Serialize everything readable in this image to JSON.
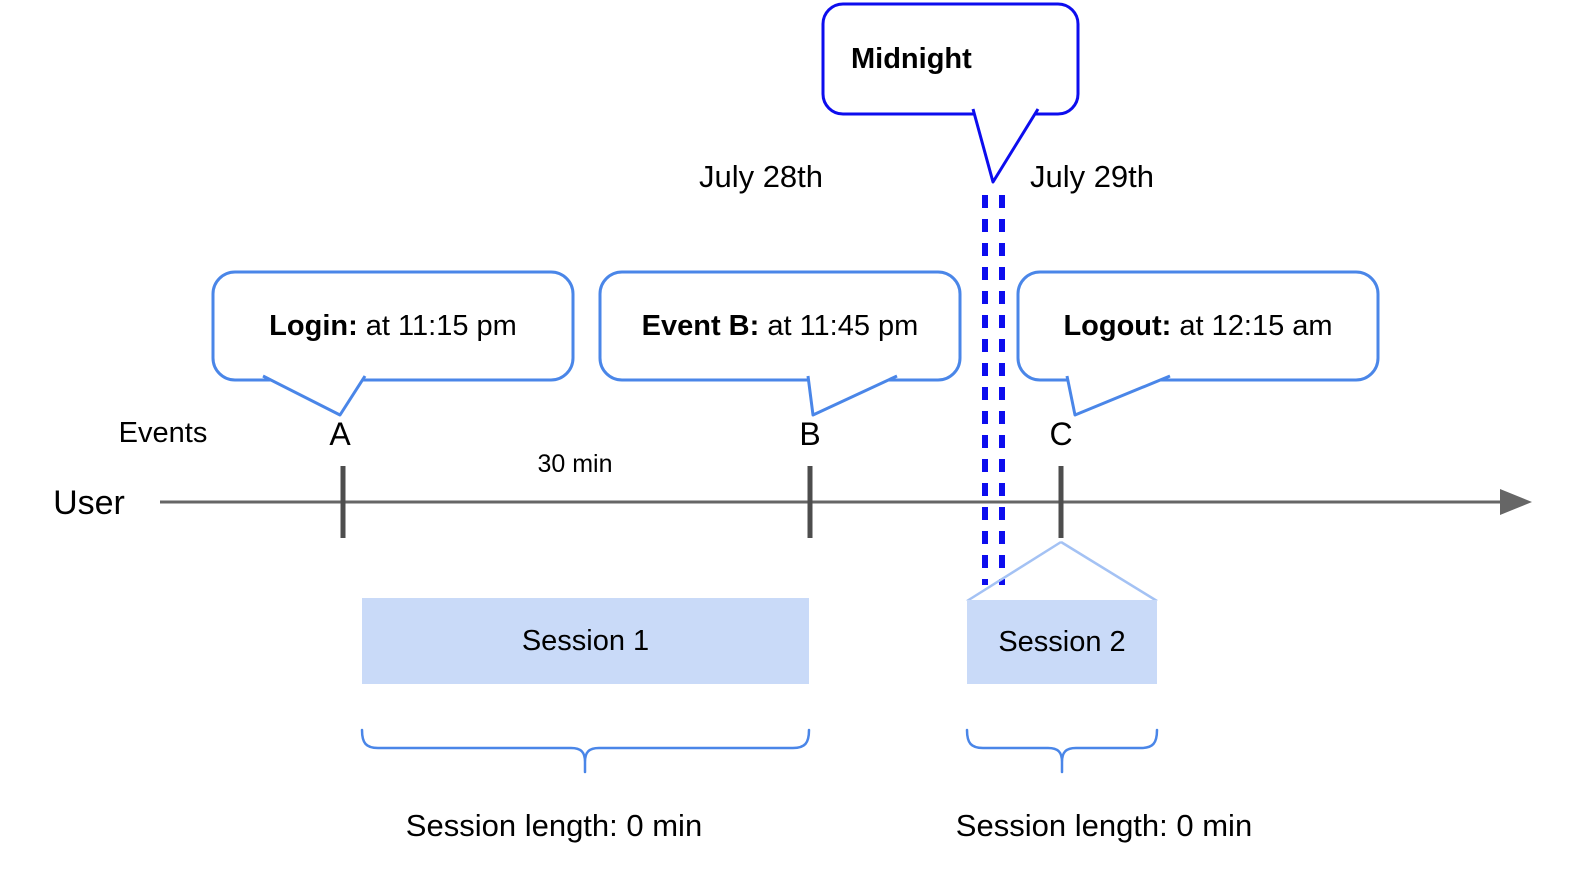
{
  "dates": {
    "left": "July 28th",
    "right": "July 29th"
  },
  "bubbles": {
    "midnight": {
      "label": "Midnight"
    },
    "login": {
      "bold": "Login:",
      "text": " at 11:15 pm"
    },
    "event_b": {
      "bold": "Event B:",
      "text": " at 11:45 pm"
    },
    "logout": {
      "bold": "Logout:",
      "text": " at 12:15 am"
    }
  },
  "axis": {
    "events_label": "Events",
    "user_label": "User",
    "markers": [
      "A",
      "B",
      "C"
    ],
    "interval_label": "30 min"
  },
  "sessions": [
    {
      "label": "Session 1",
      "length_label": "Session length: 0 min"
    },
    {
      "label": "Session 2",
      "length_label": "Session length: 0 min"
    }
  ],
  "colors": {
    "midnight_blue": "#0d0dee",
    "bubble_blue": "#4a86e8",
    "session_fill": "#c9daf8",
    "connector_blue": "#a4c2f4",
    "axis_gray": "#666666",
    "tick_gray": "#4d4d4d"
  }
}
